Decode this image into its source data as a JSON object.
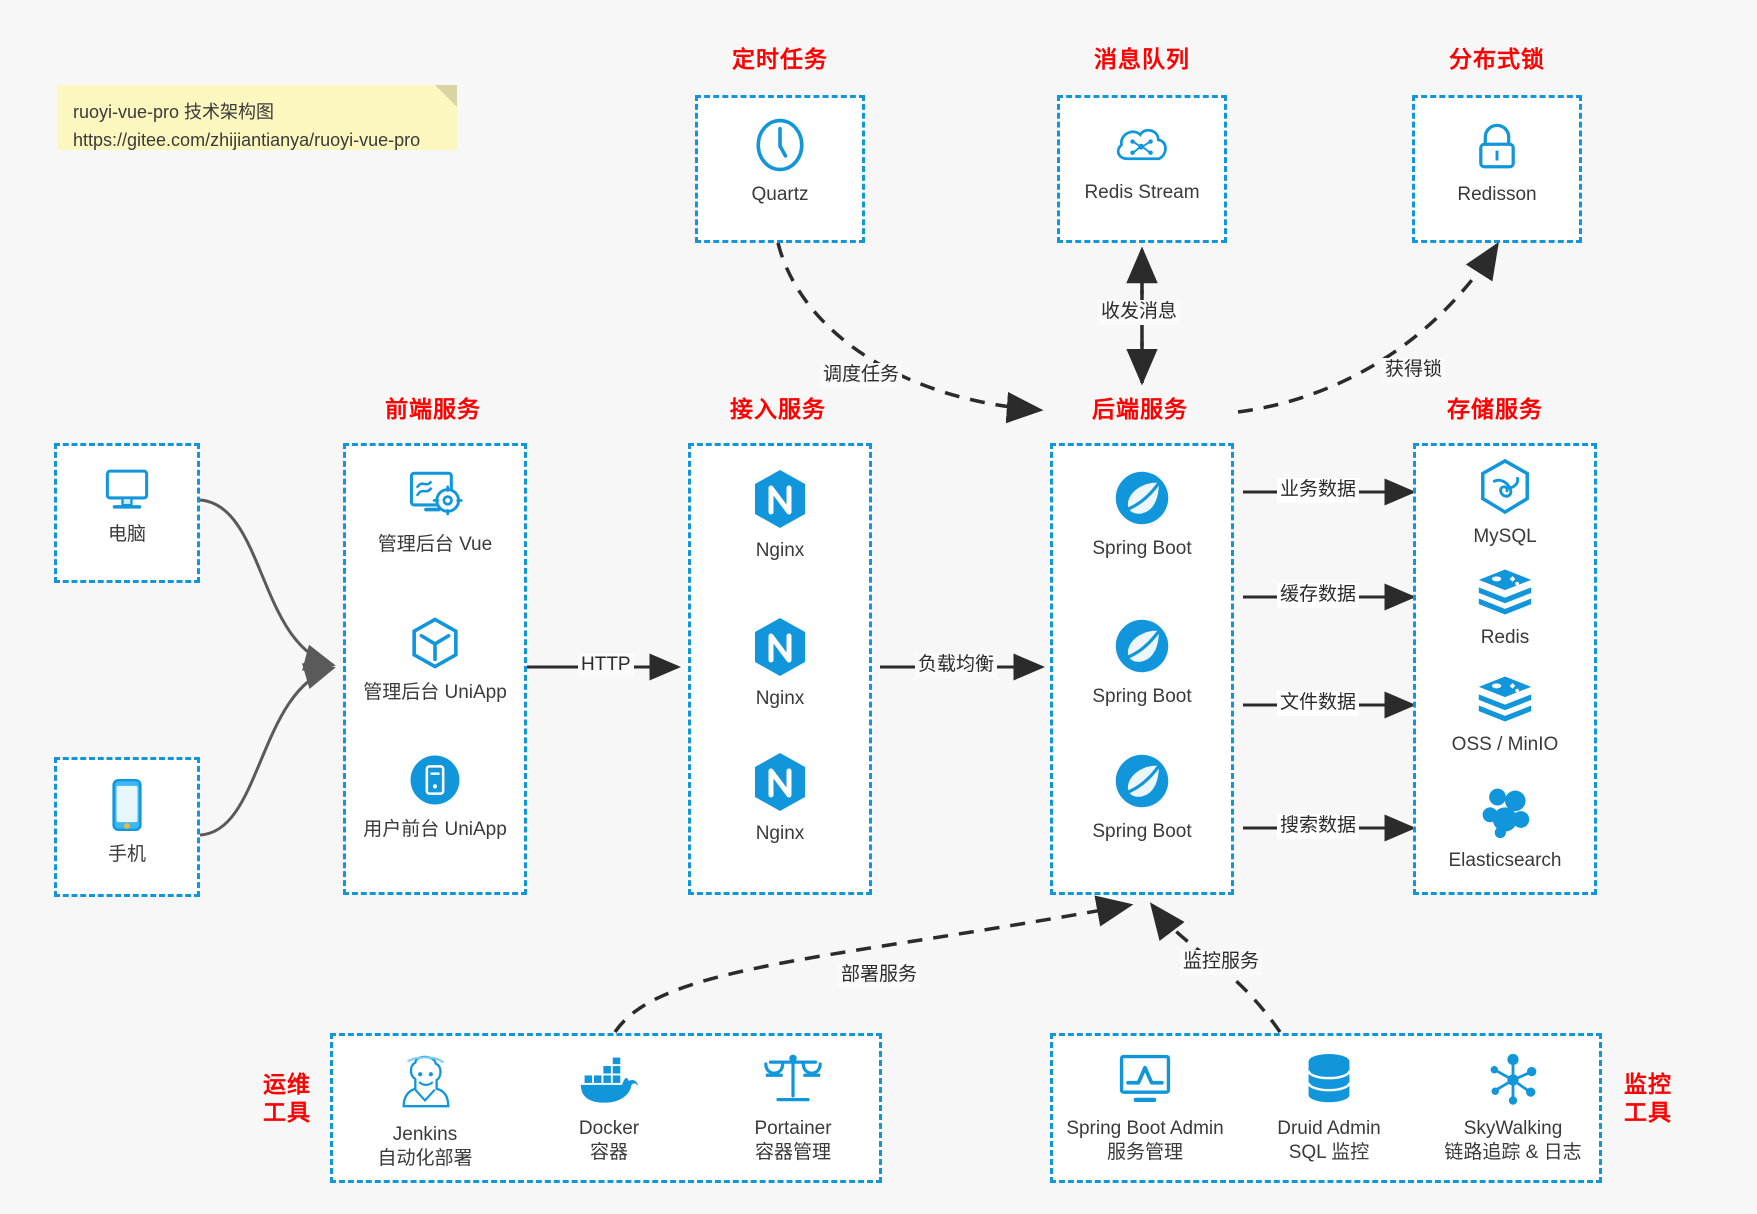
{
  "note": {
    "line1": "ruoyi-vue-pro 技术架构图",
    "line2": "https://gitee.com/zhijiantianya/ruoyi-vue-pro"
  },
  "colors": {
    "accent_blue": "#1296db",
    "group_title_red": "#ff0000",
    "canvas": "#f7f7f7",
    "box_fill": "#ffffff",
    "connector": "#2b2b2b",
    "note_yellow": "#fcf7bf"
  },
  "groups": {
    "scheduled_task": {
      "title": "定时任务",
      "nodes": [
        {
          "label": "Quartz",
          "icon": "clock-icon"
        }
      ]
    },
    "message_queue": {
      "title": "消息队列",
      "nodes": [
        {
          "label": "Redis Stream",
          "icon": "cloud-stream-icon"
        }
      ]
    },
    "distributed_lock": {
      "title": "分布式锁",
      "nodes": [
        {
          "label": "Redisson",
          "icon": "lock-icon"
        }
      ]
    },
    "clients": {
      "nodes": [
        {
          "label": "电脑",
          "icon": "desktop-computer-icon"
        },
        {
          "label": "手机",
          "icon": "mobile-phone-icon"
        }
      ]
    },
    "frontend": {
      "title": "前端服务",
      "nodes": [
        {
          "label": "管理后台 Vue",
          "icon": "dashboard-settings-icon"
        },
        {
          "label": "管理后台 UniApp",
          "icon": "cube-icon"
        },
        {
          "label": "用户前台 UniApp",
          "icon": "app-window-icon"
        }
      ]
    },
    "gateway": {
      "title": "接入服务",
      "nodes": [
        {
          "label": "Nginx",
          "icon": "nginx-icon"
        },
        {
          "label": "Nginx",
          "icon": "nginx-icon"
        },
        {
          "label": "Nginx",
          "icon": "nginx-icon"
        }
      ]
    },
    "backend": {
      "title": "后端服务",
      "nodes": [
        {
          "label": "Spring Boot",
          "icon": "spring-boot-icon"
        },
        {
          "label": "Spring Boot",
          "icon": "spring-boot-icon"
        },
        {
          "label": "Spring Boot",
          "icon": "spring-boot-icon"
        }
      ]
    },
    "storage": {
      "title": "存储服务",
      "nodes": [
        {
          "label": "MySQL",
          "icon": "mysql-icon"
        },
        {
          "label": "Redis",
          "icon": "redis-icon"
        },
        {
          "label": "OSS / MinIO",
          "icon": "oss-minio-icon"
        },
        {
          "label": "Elasticsearch",
          "icon": "elasticsearch-icon"
        }
      ]
    },
    "ops_tools": {
      "title": "运维\n工具",
      "title_line1": "运维",
      "title_line2": "工具",
      "nodes": [
        {
          "label": "Jenkins",
          "sublabel": "自动化部署",
          "icon": "jenkins-icon"
        },
        {
          "label": "Docker",
          "sublabel": "容器",
          "icon": "docker-icon"
        },
        {
          "label": "Portainer",
          "sublabel": "容器管理",
          "icon": "scales-icon"
        }
      ]
    },
    "monitor_tools": {
      "title_line1": "监控",
      "title_line2": "工具",
      "nodes": [
        {
          "label": "Spring Boot Admin",
          "sublabel": "服务管理",
          "icon": "monitor-chart-icon"
        },
        {
          "label": "Druid Admin",
          "sublabel": "SQL 监控",
          "icon": "database-icon"
        },
        {
          "label": "SkyWalking",
          "sublabel": "链路追踪 & 日志",
          "icon": "skywalking-icon"
        }
      ]
    }
  },
  "edges": {
    "schedule_task": "调度任务",
    "send_receive_message": "收发消息",
    "acquire_lock": "获得锁",
    "http": "HTTP",
    "load_balance": "负载均衡",
    "business_data": "业务数据",
    "cache_data": "缓存数据",
    "file_data": "文件数据",
    "search_data": "搜索数据",
    "deploy_service": "部署服务",
    "monitor_service": "监控服务"
  }
}
